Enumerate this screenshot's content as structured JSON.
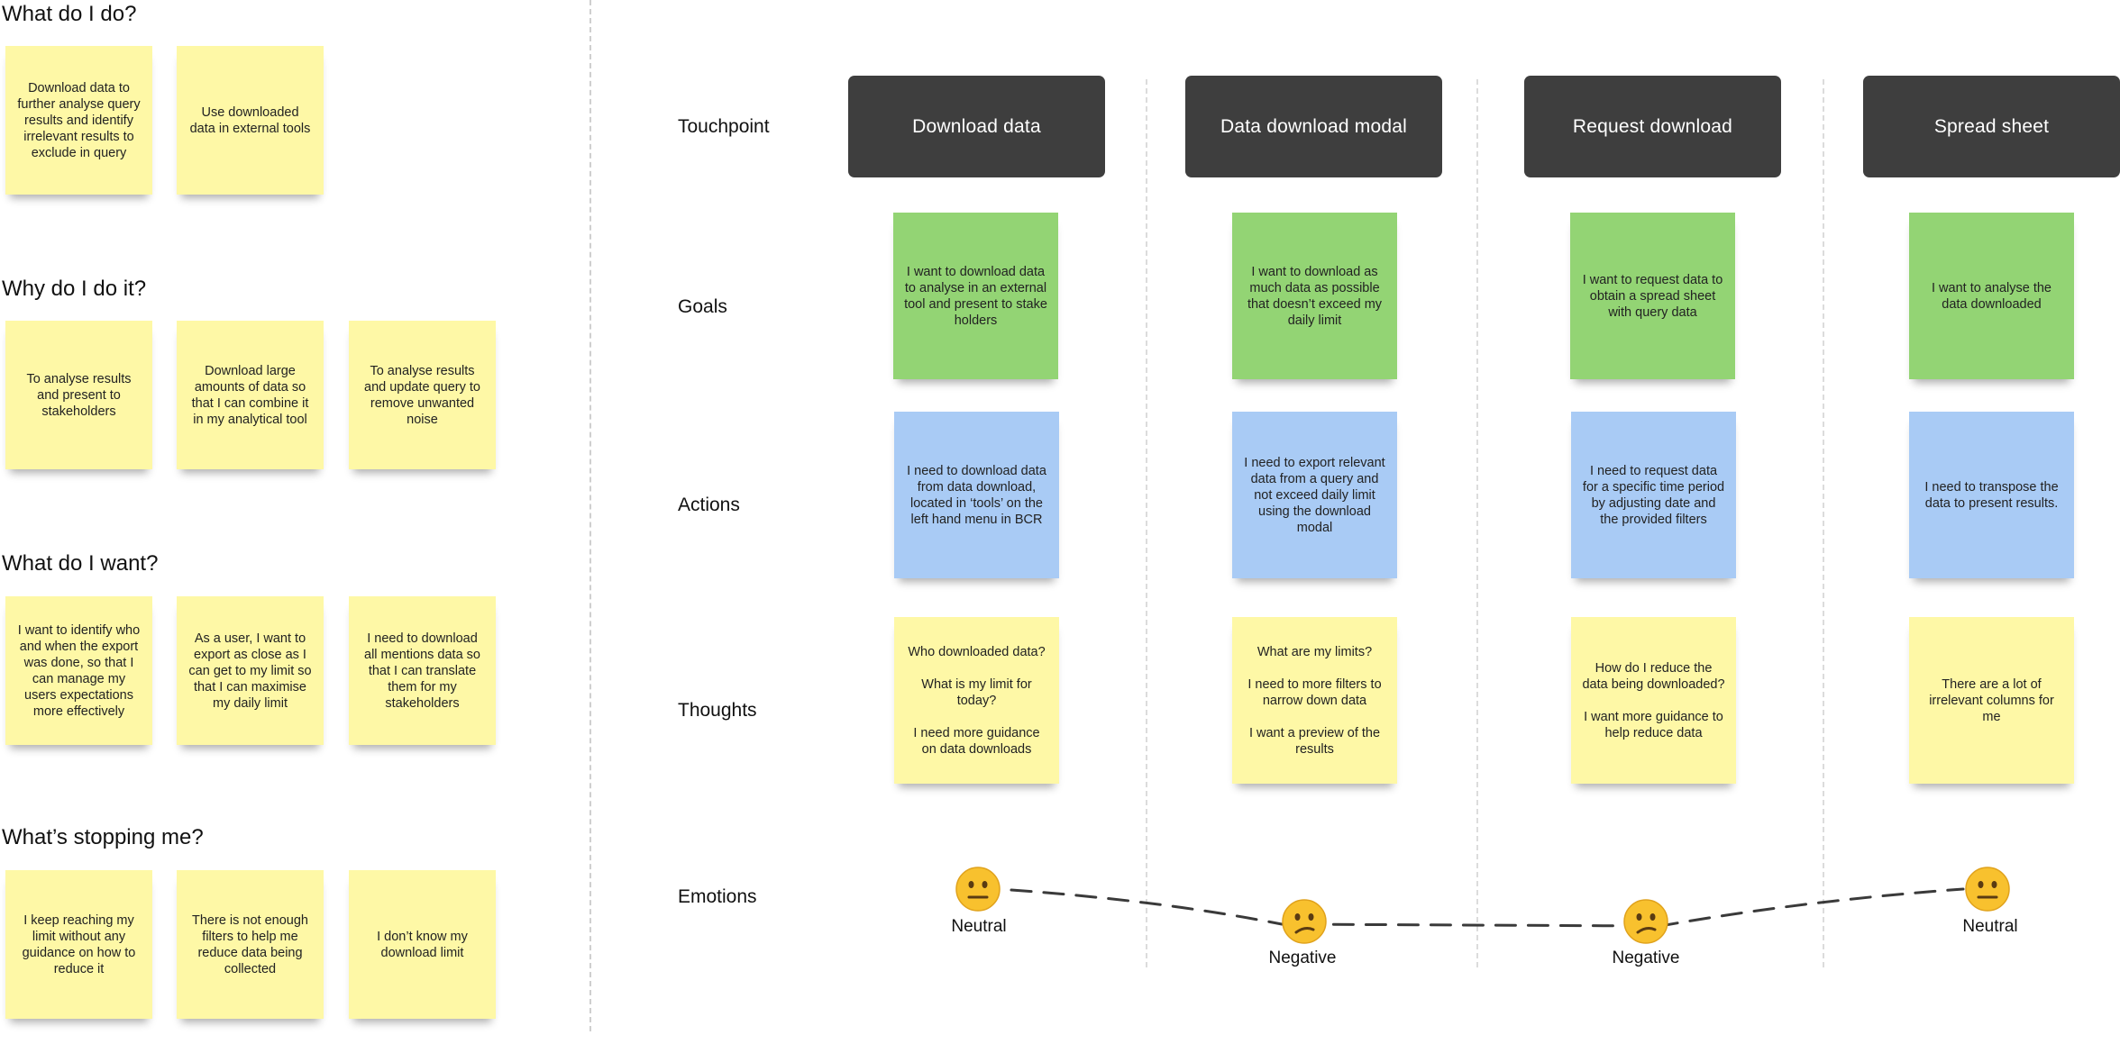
{
  "left_panel": {
    "sections": [
      {
        "title": "What do I do?",
        "notes": [
          "Download data to further analyse query results and identify irrelevant results to exclude in query",
          "Use downloaded data in external tools"
        ]
      },
      {
        "title": "Why do I do it?",
        "notes": [
          "To analyse results and present to stakeholders",
          "Download large amounts of data so that I can combine it in my analytical tool",
          "To analyse results and update query to remove unwanted noise"
        ]
      },
      {
        "title": "What do I want?",
        "notes": [
          "I want to identify who and when the export was done, so that I can manage my users expectations more effectively",
          "As a user, I want to export as close as I can get to my limit so that I can maximise my daily limit",
          "I need to download all mentions data so that I can translate them for my stakeholders"
        ]
      },
      {
        "title": "What’s stopping me?",
        "notes": [
          "I keep reaching my limit without any guidance on how to reduce it",
          "There is not enough filters to help me reduce data being collected",
          "I don’t know my download limit"
        ]
      }
    ]
  },
  "journey_map": {
    "row_labels": {
      "touchpoint": "Touchpoint",
      "goals": "Goals",
      "actions": "Actions",
      "thoughts": "Thoughts",
      "emotions": "Emotions"
    },
    "stages": [
      {
        "touchpoint": "Download data",
        "goal": "I want to download data to analyse in an external tool and present to stake holders",
        "action": "I need to download data from data download, located in ‘tools’ on the left hand menu in BCR",
        "thought": "Who downloaded data?\n\nWhat is my limit for today?\n\nI need more guidance on data downloads",
        "emotion": "Neutral",
        "emotion_icon": "neutral-face-icon"
      },
      {
        "touchpoint": "Data download modal",
        "goal": "I want to download  as much data as possible that doesn’t exceed my daily limit",
        "action": "I need to export relevant data from a query and not exceed daily limit using the download modal",
        "thought": "What are my limits?\n\nI need to more filters to narrow down data\n\nI want a preview of the results",
        "emotion": "Negative",
        "emotion_icon": "confused-face-icon"
      },
      {
        "touchpoint": "Request download",
        "goal": "I want to request data to obtain a spread sheet with query data",
        "action": "I need to request data for a specific time period by adjusting date and the provided filters",
        "thought": "How do I reduce the data being downloaded?\n\nI want more guidance to help reduce data",
        "emotion": "Negative",
        "emotion_icon": "confused-face-icon"
      },
      {
        "touchpoint": "Spread sheet",
        "goal": "I want to analyse the data downloaded",
        "action": "I need to transpose the data to present results.",
        "thought": "There are a lot of irrelevant columns for me",
        "emotion": "Neutral",
        "emotion_icon": "neutral-face-icon"
      }
    ],
    "colors": {
      "touchpoint_bg": "#3e3e3e",
      "goal_note": "#93d474",
      "action_note": "#a9cbf5",
      "thought_note": "#fef8a6",
      "emoji_face": "#f8c12e"
    }
  }
}
